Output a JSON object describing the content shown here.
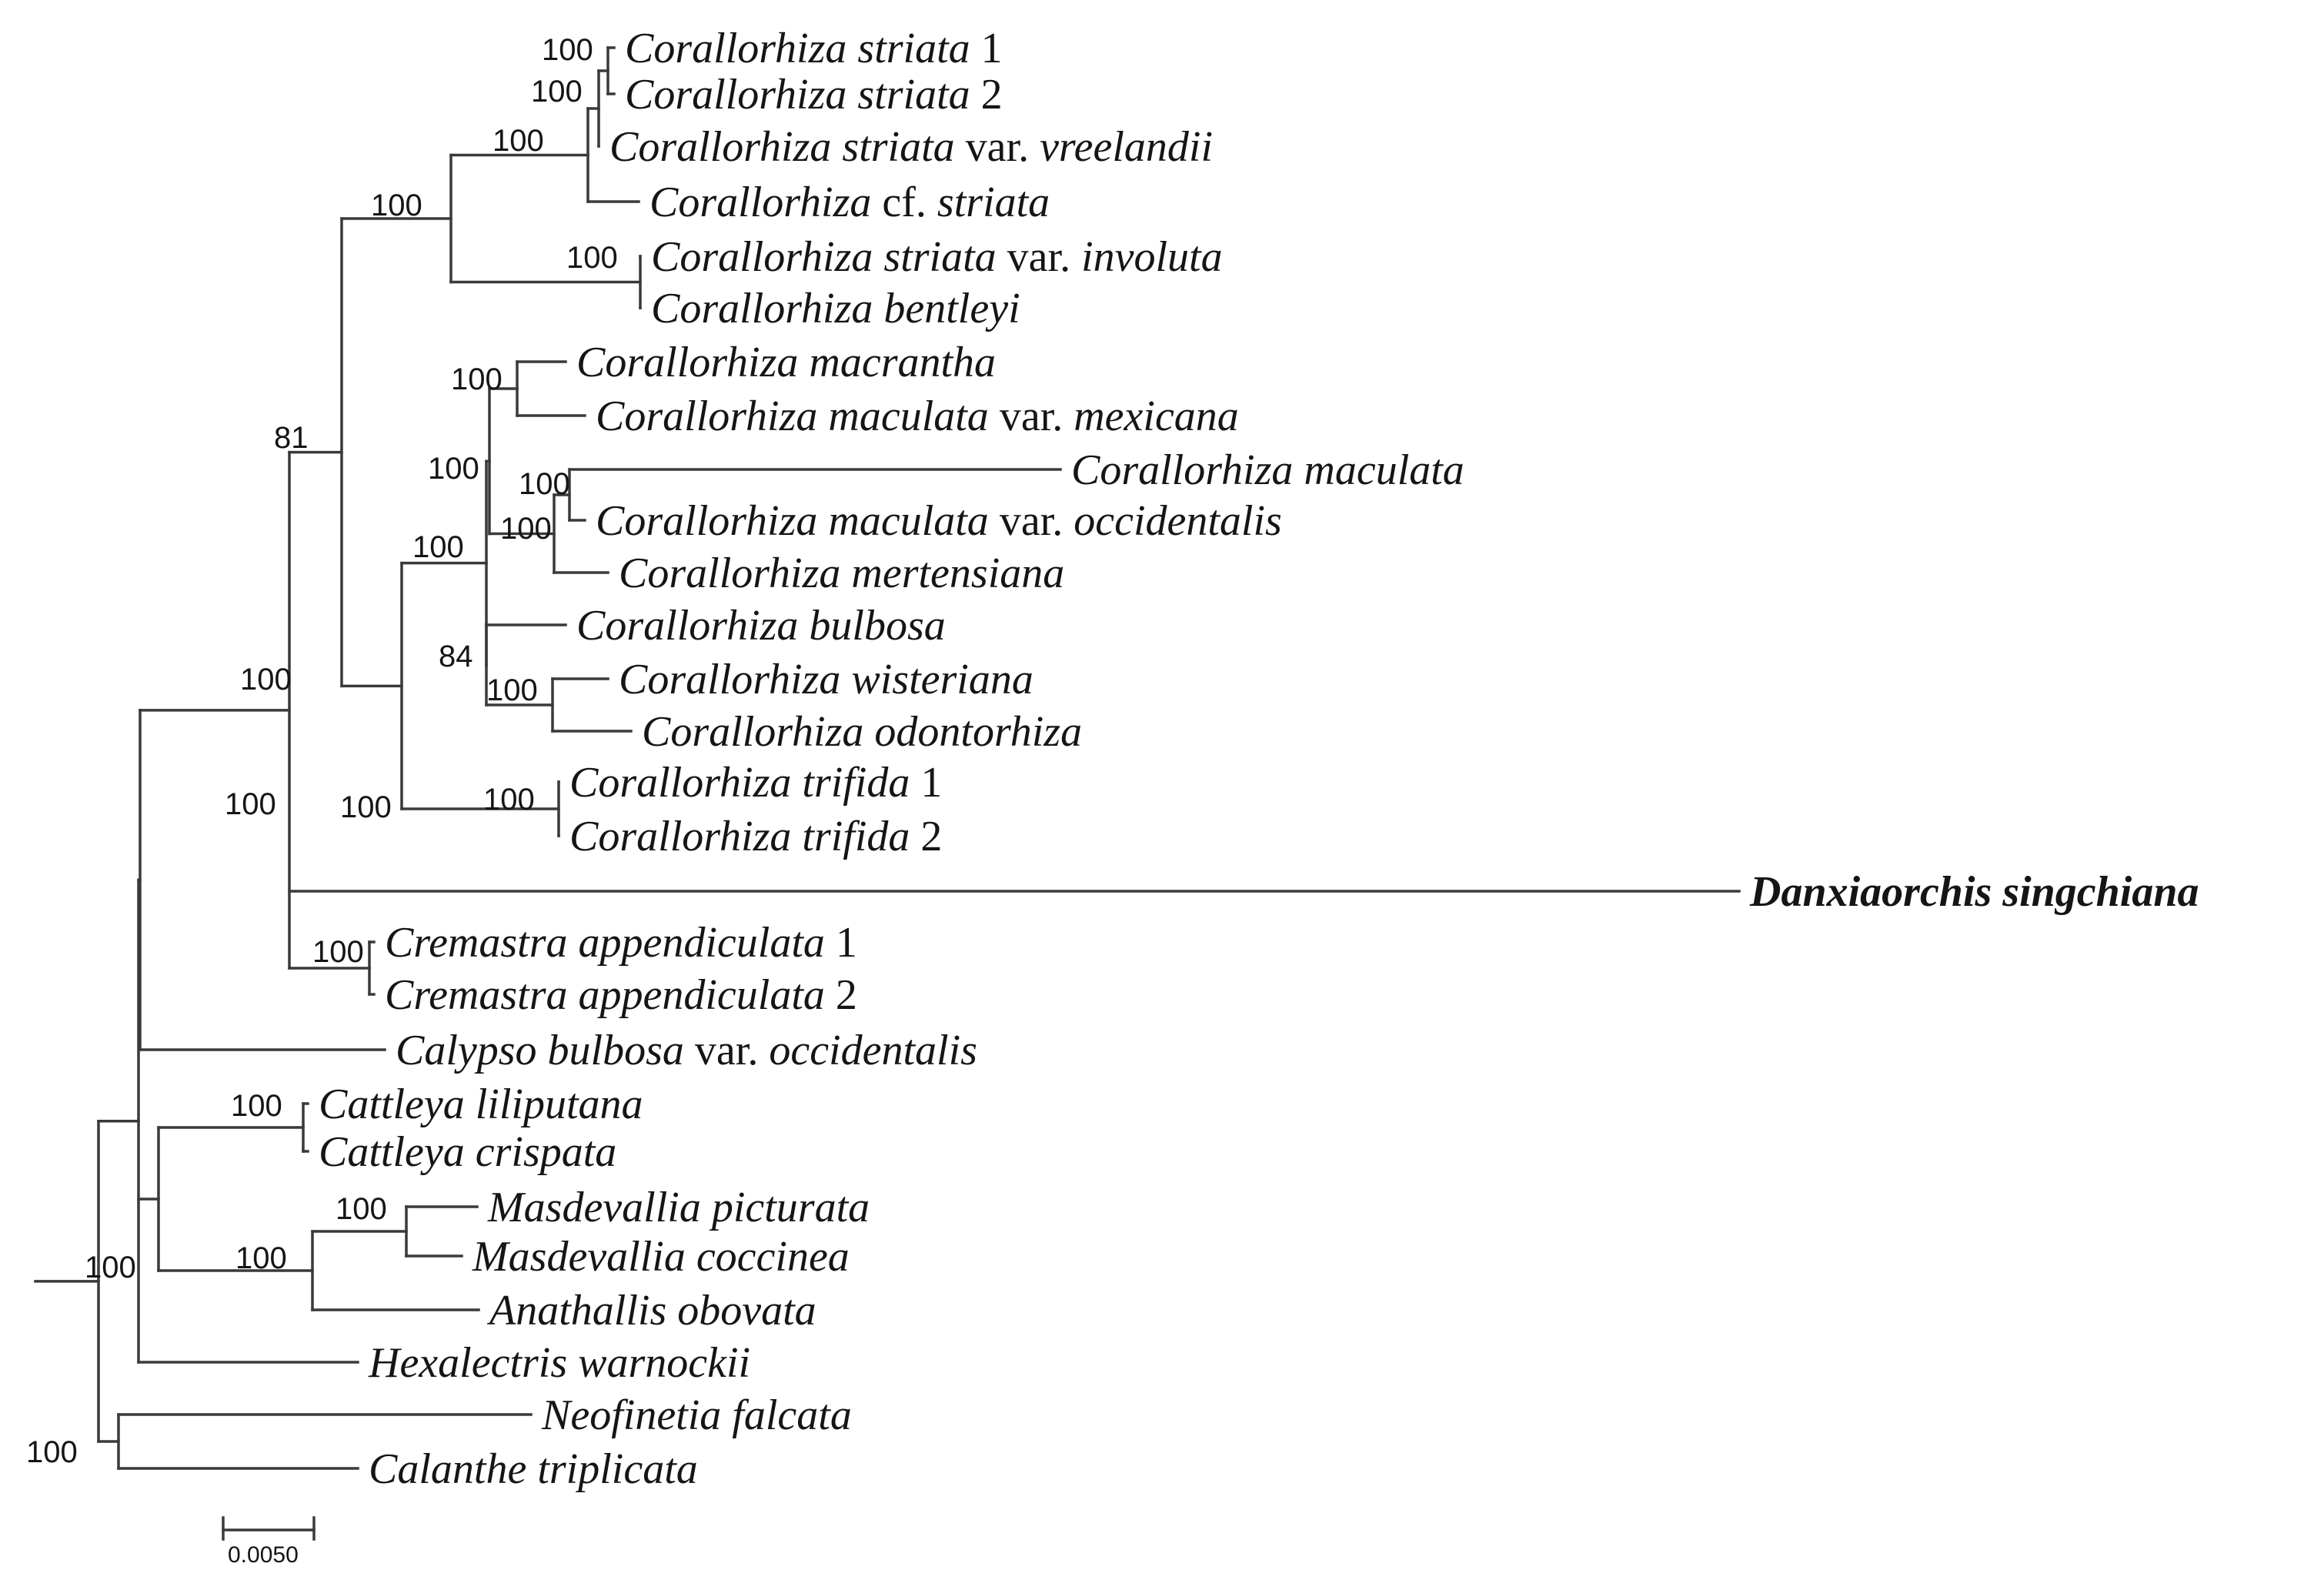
{
  "taxa": [
    {
      "id": "t1",
      "parts": [
        {
          "text": "Corallorhiza striata",
          "it": true
        },
        {
          "text": " 1",
          "it": false
        }
      ]
    },
    {
      "id": "t2",
      "parts": [
        {
          "text": "Corallorhiza striata",
          "it": true
        },
        {
          "text": " 2",
          "it": false
        }
      ]
    },
    {
      "id": "t3",
      "parts": [
        {
          "text": "Corallorhiza striata",
          "it": true
        },
        {
          "text": " var. ",
          "it": false
        },
        {
          "text": "vreelandii",
          "it": true
        }
      ]
    },
    {
      "id": "t4",
      "parts": [
        {
          "text": "Corallorhiza",
          "it": true
        },
        {
          "text": " cf. ",
          "it": false
        },
        {
          "text": "striata",
          "it": true
        }
      ]
    },
    {
      "id": "t5",
      "parts": [
        {
          "text": "Corallorhiza striata",
          "it": true
        },
        {
          "text": " var. ",
          "it": false
        },
        {
          "text": "involuta",
          "it": true
        }
      ]
    },
    {
      "id": "t6",
      "parts": [
        {
          "text": "Corallorhiza bentleyi",
          "it": true
        }
      ]
    },
    {
      "id": "t7",
      "parts": [
        {
          "text": "Corallorhiza macrantha",
          "it": true
        }
      ]
    },
    {
      "id": "t8",
      "parts": [
        {
          "text": "Corallorhiza maculata",
          "it": true
        },
        {
          "text": " var. ",
          "it": false
        },
        {
          "text": "mexicana",
          "it": true
        }
      ]
    },
    {
      "id": "t9",
      "parts": [
        {
          "text": "Corallorhiza maculata",
          "it": true
        }
      ]
    },
    {
      "id": "t10",
      "parts": [
        {
          "text": "Corallorhiza maculata",
          "it": true
        },
        {
          "text": " var. ",
          "it": false
        },
        {
          "text": "occidentalis",
          "it": true
        }
      ]
    },
    {
      "id": "t11",
      "parts": [
        {
          "text": "Corallorhiza mertensiana",
          "it": true
        }
      ]
    },
    {
      "id": "t12",
      "parts": [
        {
          "text": "Corallorhiza bulbosa",
          "it": true
        }
      ]
    },
    {
      "id": "t13",
      "parts": [
        {
          "text": "Corallorhiza wisteriana",
          "it": true
        }
      ]
    },
    {
      "id": "t14",
      "parts": [
        {
          "text": "Corallorhiza odontorhiza",
          "it": true
        }
      ]
    },
    {
      "id": "t15",
      "parts": [
        {
          "text": "Corallorhiza trifida",
          "it": true
        },
        {
          "text": " 1",
          "it": false
        }
      ]
    },
    {
      "id": "t16",
      "parts": [
        {
          "text": "Corallorhiza trifida",
          "it": true
        },
        {
          "text": " 2",
          "it": false
        }
      ]
    },
    {
      "id": "t17",
      "bold": true,
      "parts": [
        {
          "text": "Danxiaorchis singchiana",
          "it": true
        }
      ]
    },
    {
      "id": "t18",
      "parts": [
        {
          "text": "Cremastra appendiculata",
          "it": true
        },
        {
          "text": " 1",
          "it": false
        }
      ]
    },
    {
      "id": "t19",
      "parts": [
        {
          "text": "Cremastra appendiculata",
          "it": true
        },
        {
          "text": " 2",
          "it": false
        }
      ]
    },
    {
      "id": "t20",
      "parts": [
        {
          "text": "Calypso bulbosa",
          "it": true
        },
        {
          "text": " var. ",
          "it": false
        },
        {
          "text": "occidentalis",
          "it": true
        }
      ]
    },
    {
      "id": "t21",
      "parts": [
        {
          "text": "Cattleya liliputana",
          "it": true
        }
      ]
    },
    {
      "id": "t22",
      "parts": [
        {
          "text": "Cattleya crispata",
          "it": true
        }
      ]
    },
    {
      "id": "t23",
      "parts": [
        {
          "text": "Masdevallia picturata",
          "it": true
        }
      ]
    },
    {
      "id": "t24",
      "parts": [
        {
          "text": "Masdevallia coccinea",
          "it": true
        }
      ]
    },
    {
      "id": "t25",
      "parts": [
        {
          "text": "Anathallis obovata",
          "it": true
        }
      ]
    },
    {
      "id": "t26",
      "parts": [
        {
          "text": "Hexalectris warnockii",
          "it": true
        }
      ]
    },
    {
      "id": "t27",
      "parts": [
        {
          "text": "Neofinetia falcata",
          "it": true
        }
      ]
    },
    {
      "id": "t28",
      "parts": [
        {
          "text": "Calanthe triplicata",
          "it": true
        }
      ]
    }
  ],
  "support_values": {
    "n_striata12": "100",
    "n_striata123": "100",
    "n_striata1234": "100",
    "n_striata_all": "100",
    "n_involuta_bentleyi": "100",
    "n_macrantha_mexicana": "100",
    "n_maculata_occ": "100",
    "n_maculata_group": "100",
    "n_maculata_clade": "100",
    "n_wist_odont": "100",
    "n_bulbosa_group": "84",
    "n_core": "100",
    "n_trifida": "100",
    "n_corallorhiza": "100",
    "n_cremastra": "100",
    "n_with_danxia": "81",
    "n_calypso": "100",
    "n_cattleya": "100",
    "n_masdevallia": "100",
    "n_pleuro": "100",
    "n_ingroup2": "100",
    "n_ingroup": "100",
    "n_outgroup": "100"
  },
  "scale": {
    "label": "0.0050"
  }
}
